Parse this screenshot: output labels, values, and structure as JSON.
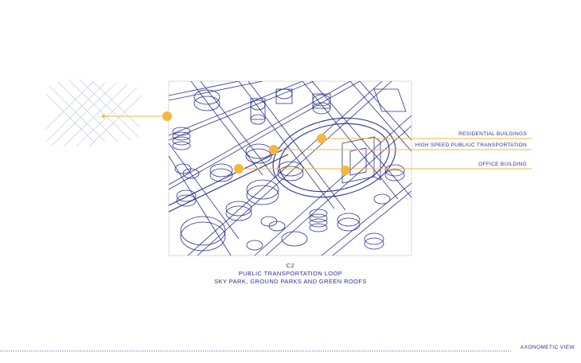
{
  "callouts": {
    "residential": "RESIDENTIAL BUILGINGS",
    "transport": "HIGH SPEED PUBLIUC TRANSPORTATION",
    "office": "OFFICE BUILDING"
  },
  "caption": {
    "code": "C2",
    "line1": "PUBLIC TRANSPORTATION LOOP",
    "line2": "SKY PARK, GROUND PARKS  AND  GREEN ROOFS"
  },
  "footer": {
    "view_label": "AXONOMETIC VIEW"
  },
  "colors": {
    "ink": "#2b2f8f",
    "accent": "#f4b63f",
    "frame": "#d0d0d0"
  }
}
